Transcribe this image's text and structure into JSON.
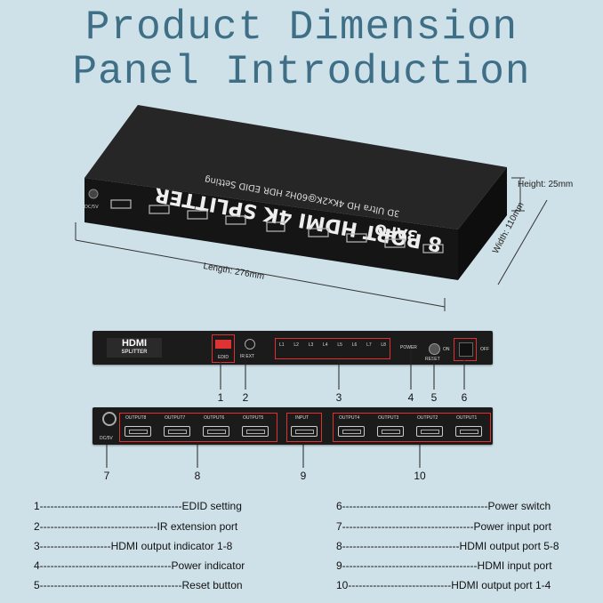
{
  "title": {
    "line1": "Product Dimension",
    "line2": "Panel Introduction"
  },
  "dimensions": {
    "height": "Height: 25mm",
    "width": "Width: 110mm",
    "length": "Length: 276mm"
  },
  "device": {
    "brand": "ЗАFO",
    "name": "8 PORT HDMI 4K SPLITTER",
    "subtitle": "3D Ultra HD 4Kx2K@60Hz HDR EDID Setting",
    "dc_label": "DC/5V",
    "outputs_left": [
      "OUTPUT8",
      "OUTPUT7",
      "OUTPUT6",
      "OUTPUT5"
    ],
    "outputs_right": [
      "OUTPUT4",
      "OUTPUT3",
      "OUTPUT2",
      "OUTPUT1"
    ],
    "input_label": "INPUT",
    "hdmi_tag": "HDMI"
  },
  "front_panel": {
    "logo_line1": "HDMI",
    "logo_line2": "SPLITTER",
    "edid_label": "EDID",
    "ir_label": "IR EXT",
    "leds": [
      "L1",
      "L2",
      "L3",
      "L4",
      "L5",
      "L6",
      "L7",
      "L8"
    ],
    "power_label": "POWER",
    "reset_label": "RESET",
    "on_label": "ON",
    "off_label": "OFF",
    "callouts": [
      "1",
      "2",
      "3",
      "4",
      "5",
      "6"
    ]
  },
  "back_panel": {
    "dc_label": "DC/5V",
    "outputs_left": [
      "OUTPUT8",
      "OUTPUT7",
      "OUTPUT6",
      "OUTPUT5"
    ],
    "input_label": "INPUT",
    "outputs_right": [
      "OUTPUT4",
      "OUTPUT3",
      "OUTPUT2",
      "OUTPUT1"
    ],
    "callouts": [
      "7",
      "8",
      "9",
      "10"
    ]
  },
  "legend": {
    "left": [
      "1----------------------------------------EDID setting",
      "2---------------------------------IR extension port",
      "3--------------------HDMI output indicator 1-8",
      "4-------------------------------------Power indicator",
      "5----------------------------------------Reset button"
    ],
    "right": [
      "6-----------------------------------------Power switch",
      "7-------------------------------------Power input port",
      "8---------------------------------HDMI output port 5-8",
      "9--------------------------------------HDMI input port",
      "10-----------------------------HDMI output port 1-4"
    ]
  }
}
